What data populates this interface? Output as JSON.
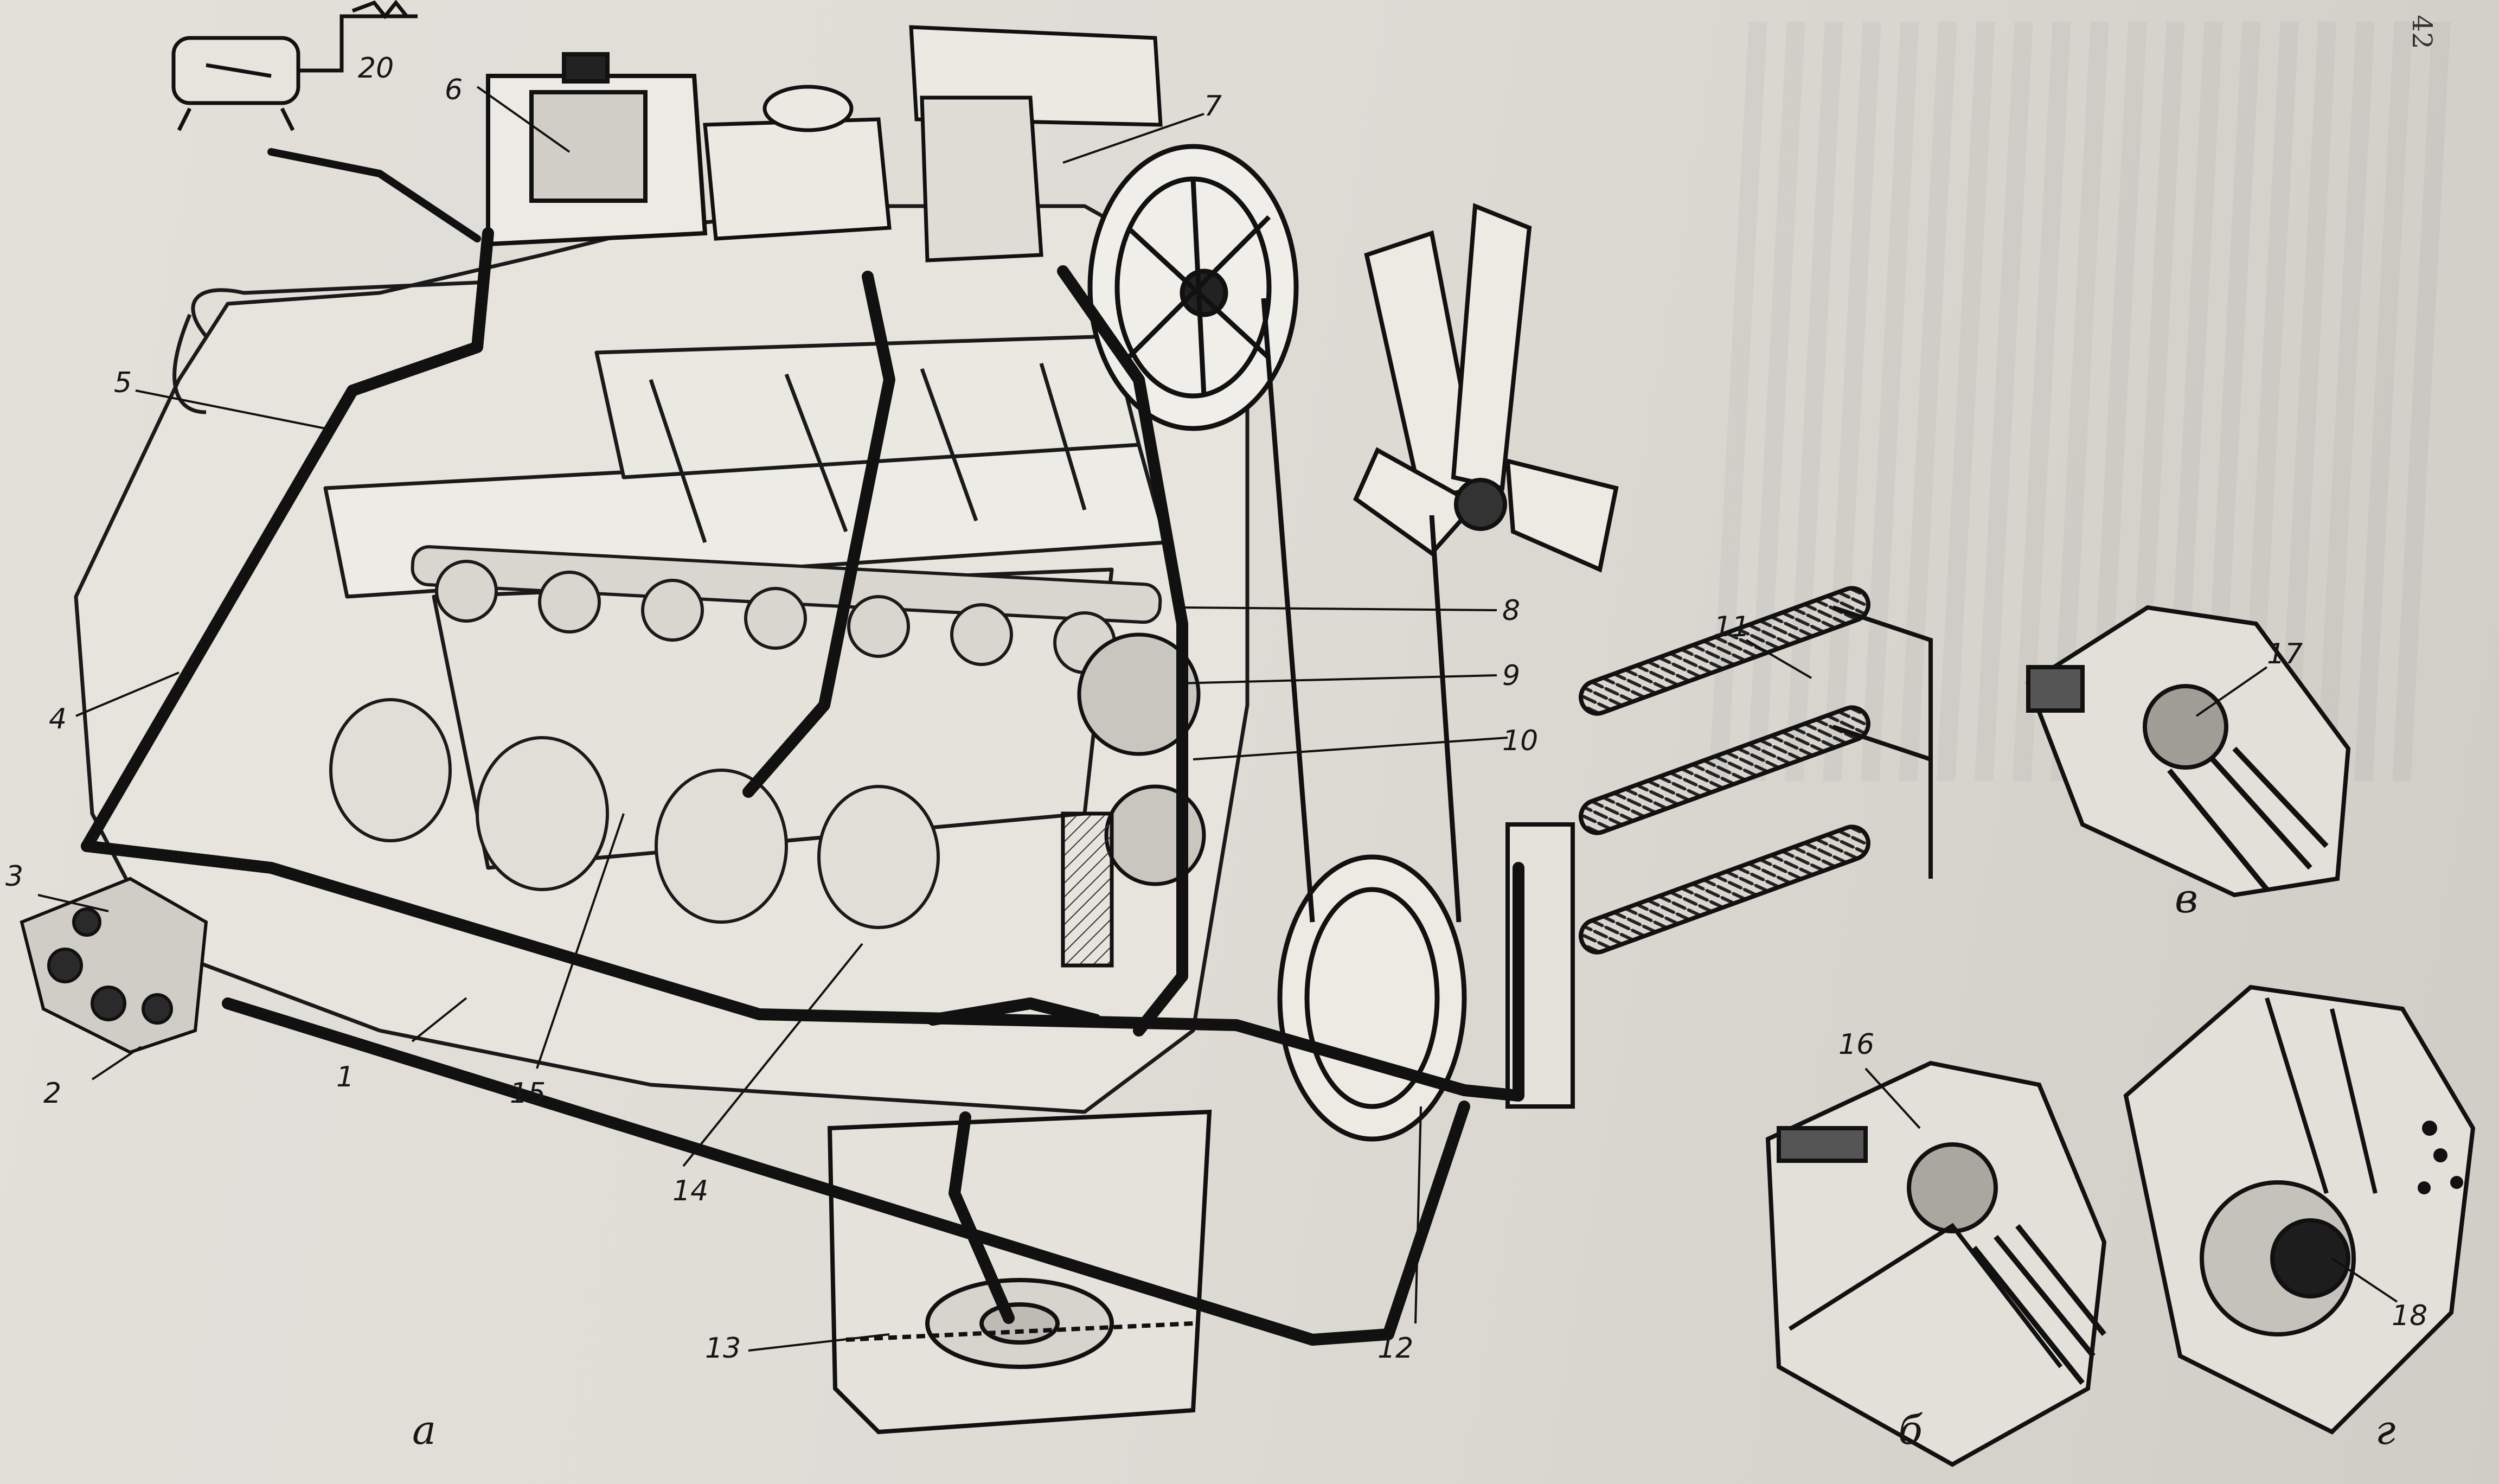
{
  "page": {
    "number": "42"
  },
  "callouts": [
    "1",
    "2",
    "3",
    "4",
    "5",
    "6",
    "7",
    "8",
    "9",
    "10",
    "11",
    "12",
    "13",
    "14",
    "15",
    "16",
    "17",
    "18",
    "20"
  ],
  "views": [
    "а",
    "б",
    "в",
    "г"
  ],
  "colors": {
    "ink": "#161616",
    "paper": "#dedcd5",
    "oil": "#111111",
    "hatch": "#6f6d66"
  }
}
